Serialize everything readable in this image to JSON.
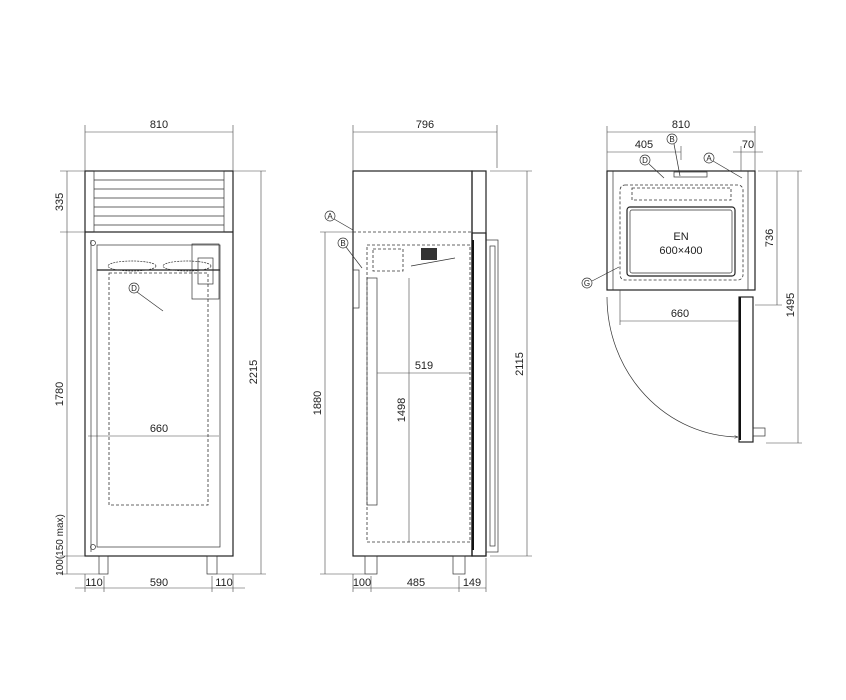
{
  "front_view": {
    "width": "810",
    "top_height": "335",
    "body_height": "1780",
    "foot_height": "100(150 max)",
    "total_height": "2215",
    "inner_width": "660",
    "foot_left": "110",
    "foot_span": "590",
    "foot_right": "110",
    "label_d": "D"
  },
  "side_view": {
    "depth": "796",
    "height": "2115",
    "height_to_top": "1880",
    "inner_depth": "519",
    "inner_height": "1498",
    "foot_front": "100",
    "foot_span": "485",
    "foot_rear": "149",
    "label_a": "A",
    "label_b": "B"
  },
  "top_view": {
    "width": "810",
    "half_width": "405",
    "offset": "70",
    "depth": "736",
    "depth_open": "1495",
    "inner_width": "660",
    "tray_standard": "EN",
    "tray_size": "600×400",
    "label_a": "A",
    "label_b": "B",
    "label_d": "D",
    "label_g": "G"
  }
}
